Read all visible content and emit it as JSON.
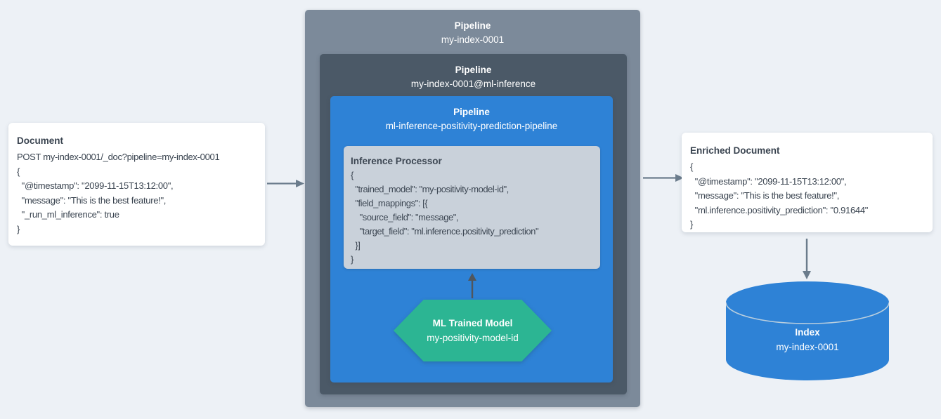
{
  "diagram": {
    "document_card": {
      "title": "Document",
      "lines": [
        "POST my-index-0001/_doc?pipeline=my-index-0001",
        "{",
        "  \"@timestamp\": \"2099-11-15T13:12:00\",",
        "  \"message\": \"This is the best feature!\",",
        "  \"_run_ml_inference\": true",
        "}"
      ]
    },
    "outer_pipeline": {
      "type_label": "Pipeline",
      "name": "my-index-0001"
    },
    "ml_inference_pipeline": {
      "type_label": "Pipeline",
      "name": "my-index-0001@ml-inference"
    },
    "positivity_pipeline": {
      "type_label": "Pipeline",
      "name": "ml-inference-positivity-prediction-pipeline"
    },
    "inference_processor": {
      "title": "Inference Processor",
      "lines": [
        "{",
        "  \"trained_model\": \"my-positivity-model-id\",",
        "  \"field_mappings\": [{",
        "    \"source_field\": \"message\",",
        "    \"target_field\": \"ml.inference.positivity_prediction\"",
        "  }]",
        "}"
      ]
    },
    "ml_trained_model": {
      "title": "ML Trained Model",
      "name": "my-positivity-model-id"
    },
    "enriched_document_card": {
      "title": "Enriched Document",
      "lines": [
        "{",
        "  \"@timestamp\": \"2099-11-15T13:12:00\",",
        "  \"message\": \"This is the best feature!\",",
        "  \"ml.inference.positivity_prediction\": \"0.91644\"",
        "}"
      ]
    },
    "index_store": {
      "label": "Index",
      "name": "my-index-0001"
    }
  },
  "colors": {
    "canvas_bg": "#edf1f6",
    "card_bg": "#ffffff",
    "text_dark": "#3a4450",
    "text_light": "#ffffff",
    "pipeline_outer_bg": "#7c8a9a",
    "pipeline_middle_bg": "#4b5967",
    "pipeline_blue_bg": "#2e82d6",
    "processor_bg": "#c9d1da",
    "model_hexagon_bg": "#2cb593",
    "index_cylinder_bg": "#2e82d6",
    "cylinder_rim_line": "#b9cede",
    "arrow_slate": "#6b7c8c",
    "arrow_dark": "#50565c"
  }
}
